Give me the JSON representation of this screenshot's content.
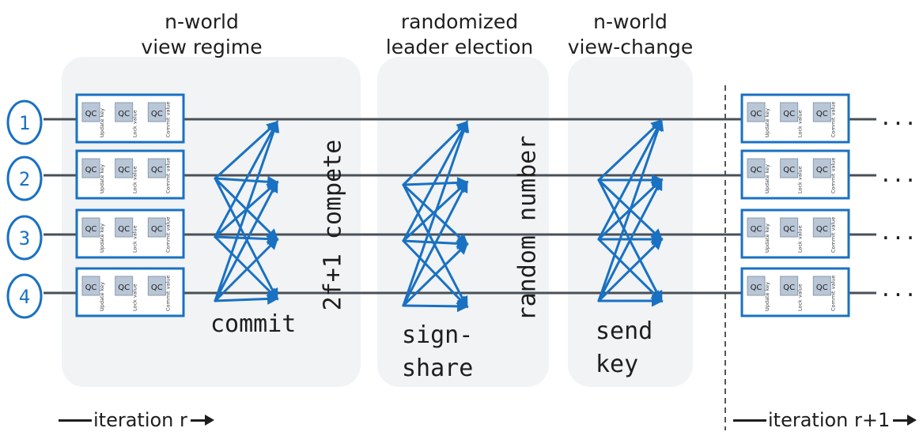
{
  "phases": [
    {
      "id": "view-regime",
      "title_line1": "n-world",
      "title_line2": "view regime"
    },
    {
      "id": "leader-election",
      "title_line1": "randomized",
      "title_line2": "leader election"
    },
    {
      "id": "view-change",
      "title_line1": "n-world",
      "title_line2": "view-change"
    }
  ],
  "nodes": [
    "1",
    "2",
    "3",
    "4"
  ],
  "state_block": {
    "qc_label": "QC",
    "fields": [
      "Update key",
      "Lock value",
      "Commit value"
    ]
  },
  "annotations": {
    "commit": "commit",
    "quorum": "2f+1 compete",
    "sign_share_line1": "sign-",
    "sign_share_line2": "share",
    "random_number": "random number",
    "send_key_line1": "send",
    "send_key_line2": "key",
    "continuation": "..."
  },
  "iterations": {
    "current": "iteration r",
    "next": "iteration r+1"
  },
  "colors": {
    "node_blue": "#1971c2",
    "line_gray": "#495057",
    "panel_gray": "#f1f3f5",
    "text": "#1e1e1e"
  }
}
